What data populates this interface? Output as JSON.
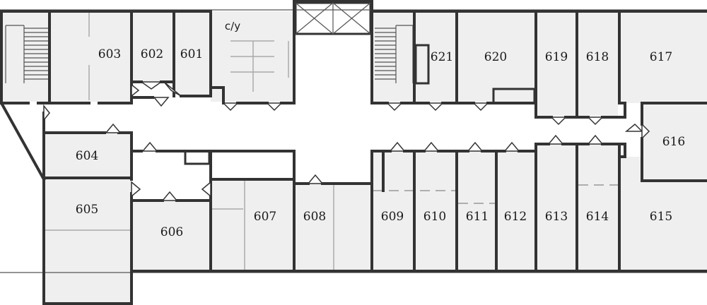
{
  "floor_plan": {
    "rooms": {
      "r601": "601",
      "r602": "602",
      "r603": "603",
      "r604": "604",
      "r605": "605",
      "r606": "606",
      "r607": "607",
      "r608": "608",
      "r609": "609",
      "r610": "610",
      "r611": "611",
      "r612": "612",
      "r613": "613",
      "r614": "614",
      "r615": "615",
      "r616": "616",
      "r617": "617",
      "r618": "618",
      "r619": "619",
      "r620": "620",
      "r621": "621",
      "stair_hall": "c/y"
    }
  }
}
